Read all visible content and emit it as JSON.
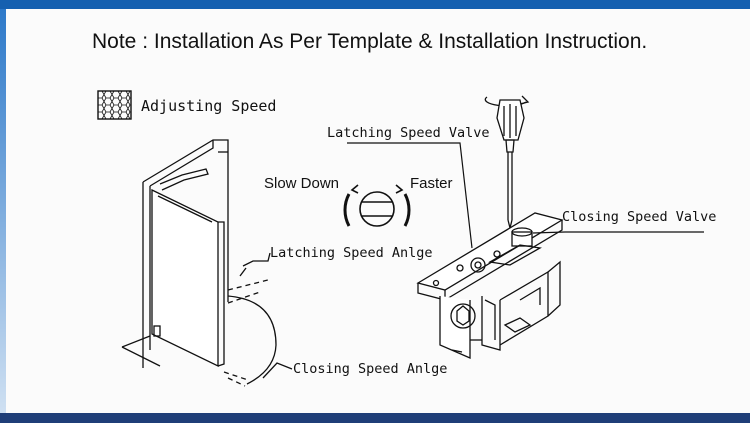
{
  "note": "Note : Installation As Per Template & Installation Instruction.",
  "legend": {
    "label": "Adjusting Speed",
    "icon": "hex-mesh-icon"
  },
  "labels": {
    "latching_valve": "Latching Speed Valve",
    "closing_valve": "Closing Speed Valve",
    "latching_angle": "Latching Speed Anlge",
    "closing_angle": "Closing Speed Anlge",
    "slow_down": "Slow Down",
    "faster": "Faster"
  },
  "colors": {
    "top_bar": "#1560b0",
    "bottom_bar": "#1f3e78",
    "line": "#111111"
  }
}
